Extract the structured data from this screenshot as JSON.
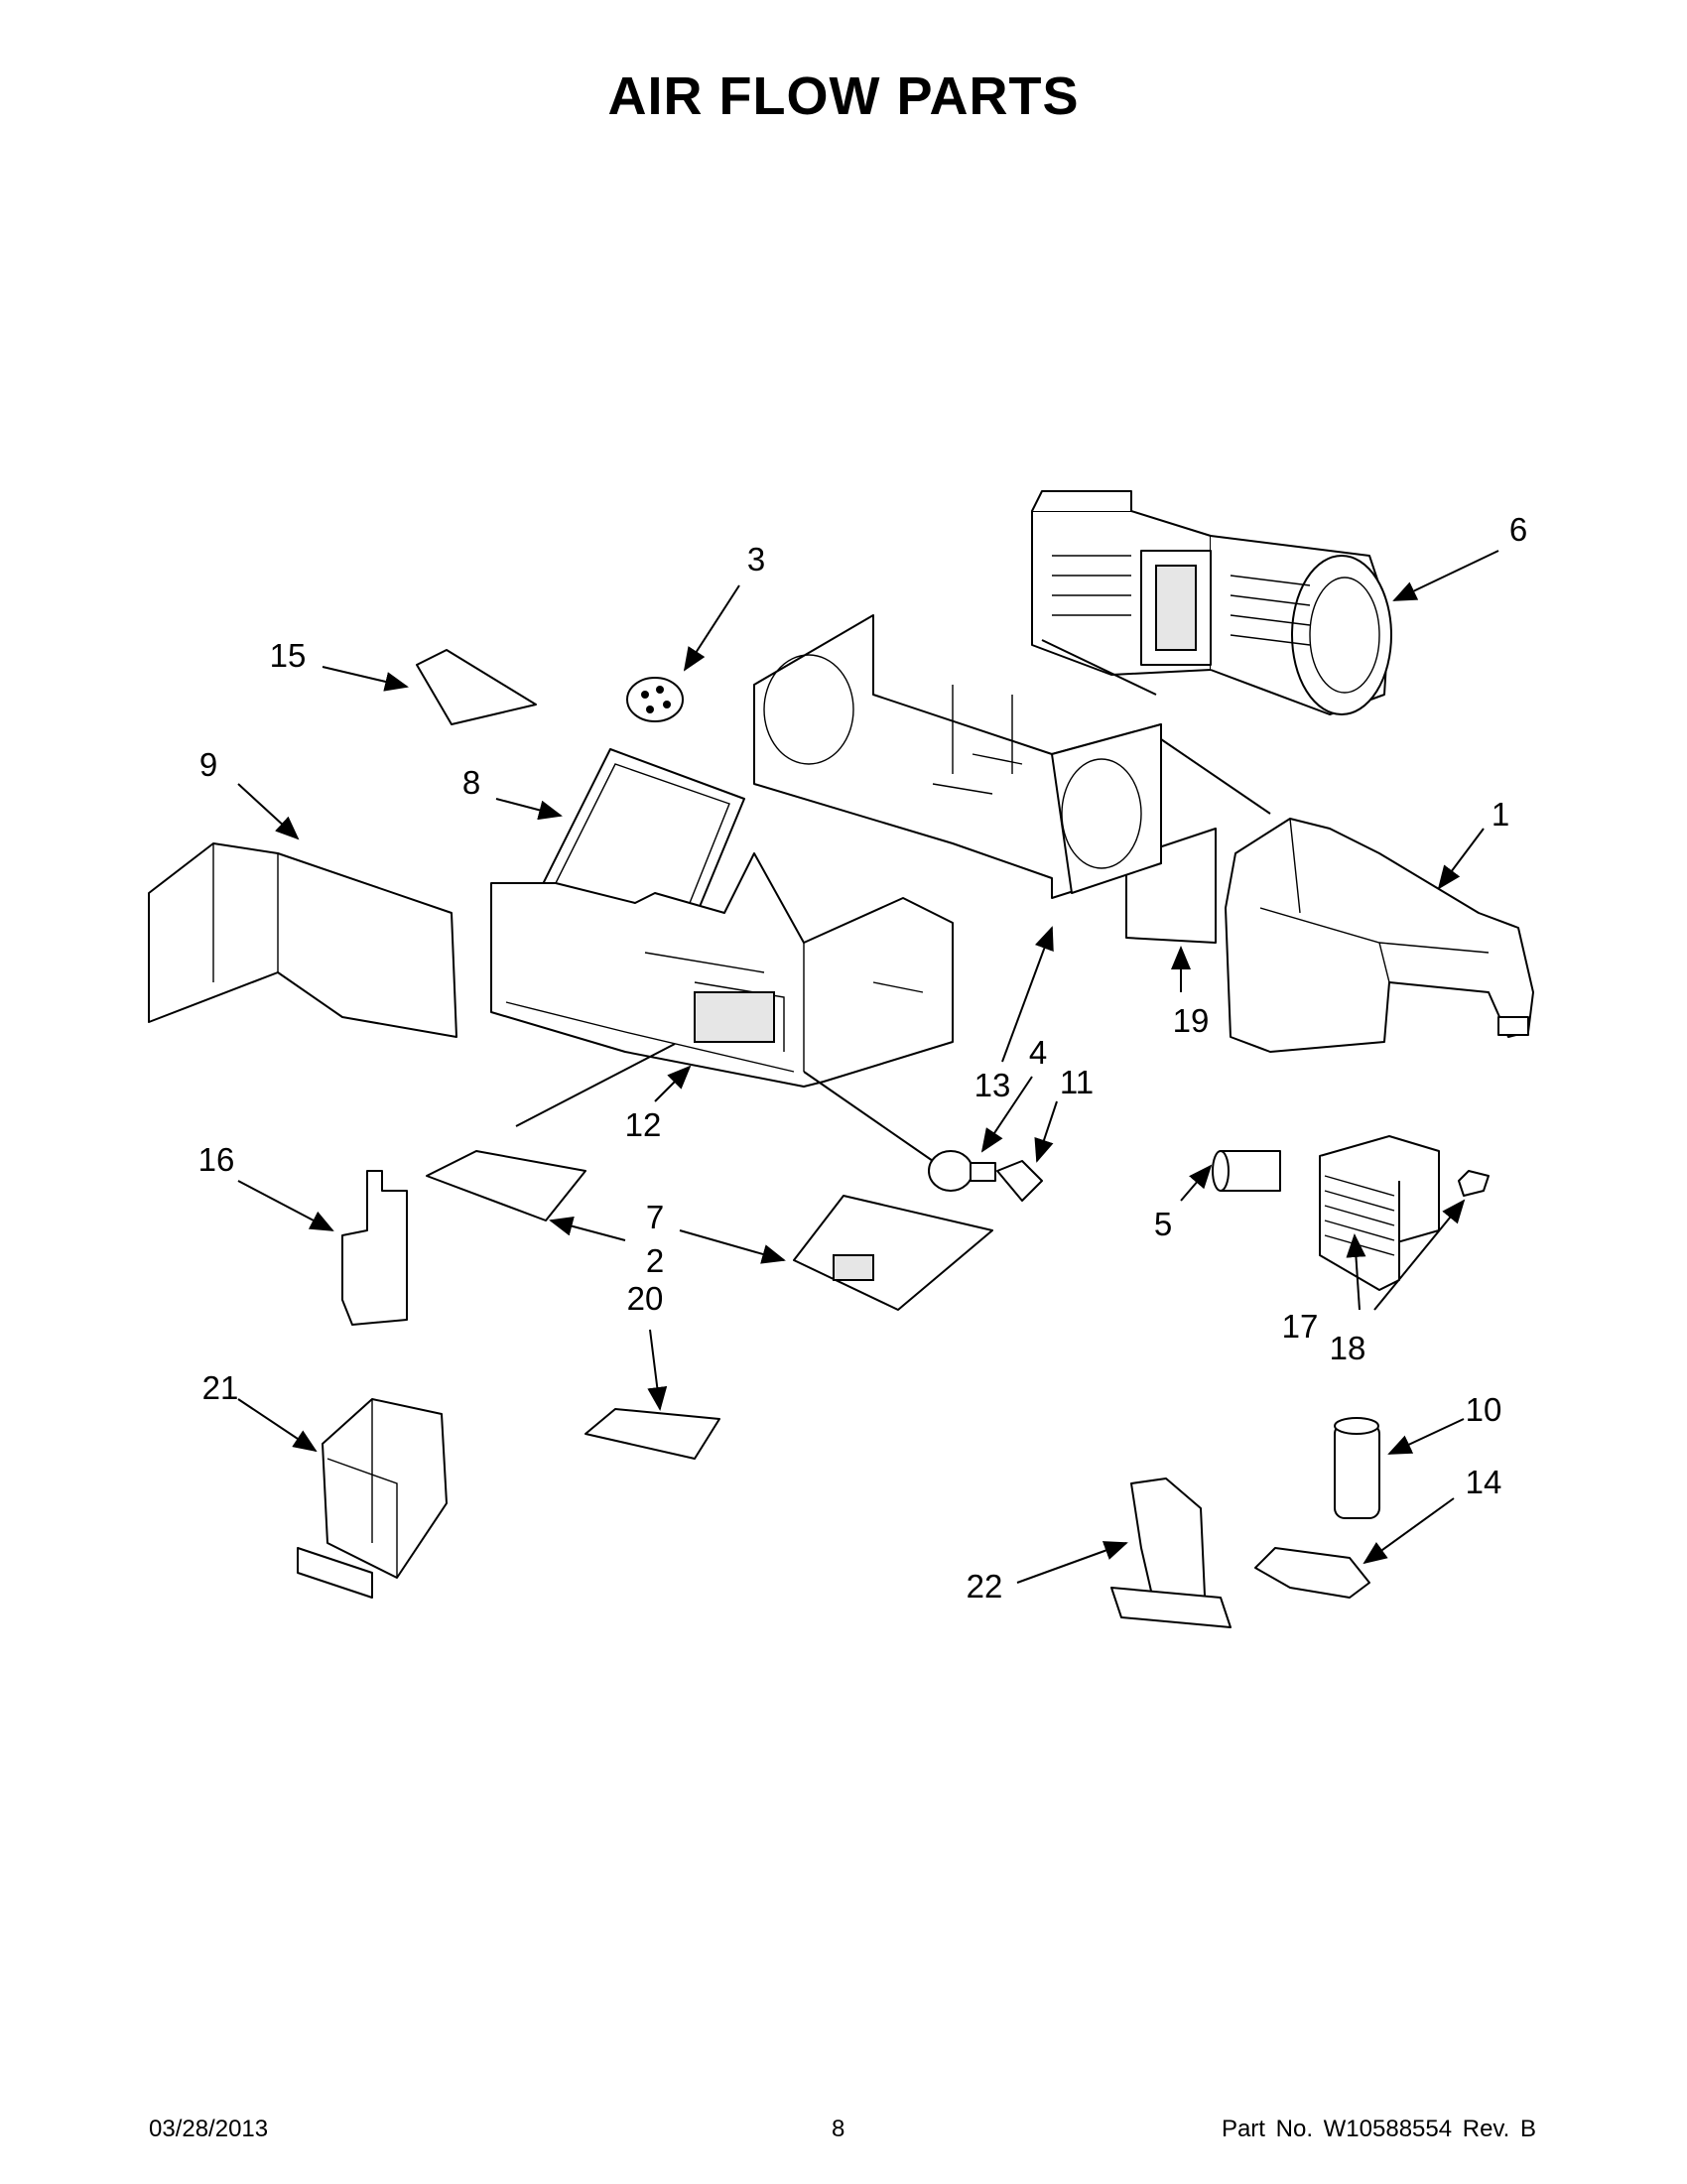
{
  "page": {
    "title": "AIR FLOW PARTS",
    "date": "03/28/2013",
    "page_number": "8",
    "part_number": "Part No.  W10588554  Rev.  B"
  },
  "callouts": [
    "1",
    "2",
    "3",
    "4",
    "5",
    "6",
    "7",
    "8",
    "9",
    "10",
    "11",
    "12",
    "13",
    "14",
    "15",
    "16",
    "17",
    "18",
    "19",
    "20",
    "21",
    "22"
  ]
}
